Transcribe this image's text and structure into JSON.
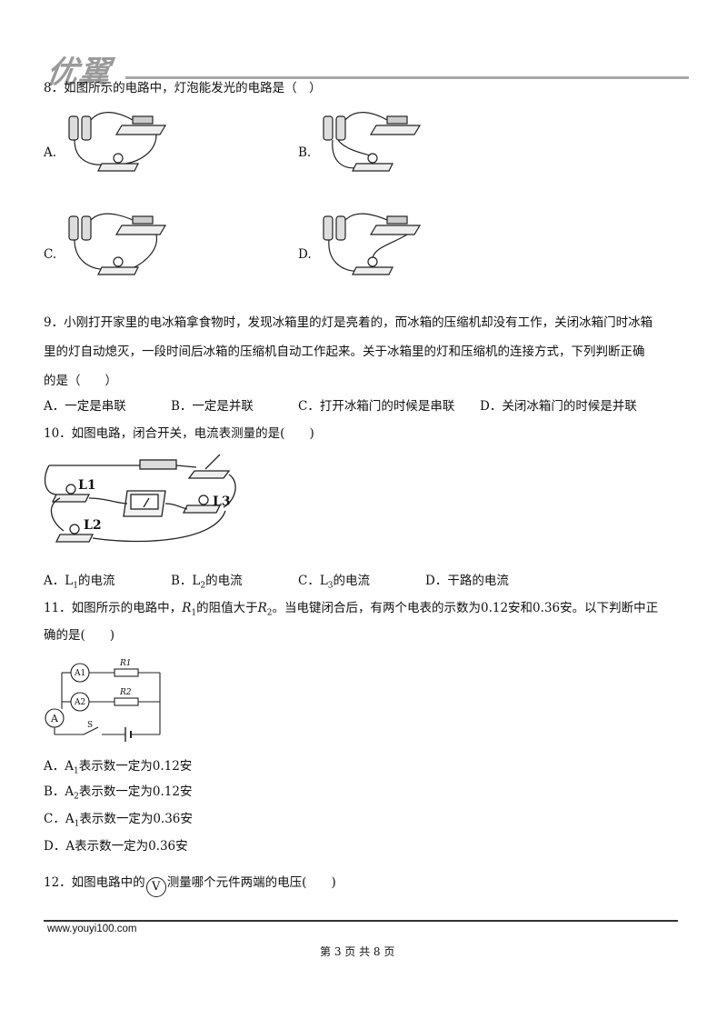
{
  "header": {
    "logo_text": "优翼"
  },
  "q8": {
    "stem": "8．如图所示的电路中，灯泡能发光的电路是（　）",
    "options": [
      "A.",
      "B.",
      "C.",
      "D."
    ]
  },
  "q9": {
    "line1": "9．小刚打开家里的电冰箱拿食物时，发现冰箱里的灯是亮着的，而冰箱的压缩机却没有工作，关闭冰箱门时冰箱",
    "line2": "里的灯自动熄灭，一段时间后冰箱的压缩机自动工作起来。关于冰箱里的灯和压缩机的连接方式，下列判断正确",
    "line3": "的是（　　）",
    "opt_a": "A．一定是串联",
    "opt_b": "B．一定是并联",
    "opt_c": "C．打开冰箱门的时候是串联",
    "opt_d": "D．关闭冰箱门的时候是并联"
  },
  "q10": {
    "stem": "10．如图电路，闭合开关，电流表测量的是(　　)",
    "figure_labels": [
      "L1",
      "L2",
      "L3"
    ],
    "opt_a_pre": "A．L",
    "opt_a_sub": "1",
    "opt_a_post": "的电流",
    "opt_b_pre": "B．L",
    "opt_b_sub": "2",
    "opt_b_post": "的电流",
    "opt_c_pre": "C．L",
    "opt_c_sub": "3",
    "opt_c_post": "的电流",
    "opt_d": "D．干路的电流"
  },
  "q11": {
    "line1_a": "11．如图所示的电路中，",
    "line1_r1": "R",
    "line1_r1_sub": "1",
    "line1_b": "的阻值大于",
    "line1_r2": "R",
    "line1_r2_sub": "2",
    "line1_c": "。当电键闭合后，有两个电表的示数为0.12安和0.36安。以下判断中正",
    "line2": "确的是(　　)",
    "figure_labels": {
      "a1": "A1",
      "a2": "A2",
      "a": "A",
      "r1": "R1",
      "r2": "R2",
      "s": "S"
    },
    "opt_a_pre": "A．A",
    "opt_a_sub": "1",
    "opt_a_post": "表示数一定为0.12安",
    "opt_b_pre": "B．A",
    "opt_b_sub": "2",
    "opt_b_post": "表示数一定为0.12安",
    "opt_c_pre": "C．A",
    "opt_c_sub": "1",
    "opt_c_post": "表示数一定为0.36安",
    "opt_d": "D．A表示数一定为0.36安"
  },
  "q12": {
    "stem_pre": "12．如图电路中的",
    "meter_symbol": "V",
    "stem_post": "测量哪个元件两端的电压(　　)"
  },
  "footer": {
    "url": "www.youyi100.com",
    "page": "第 3 页 共 8 页"
  }
}
